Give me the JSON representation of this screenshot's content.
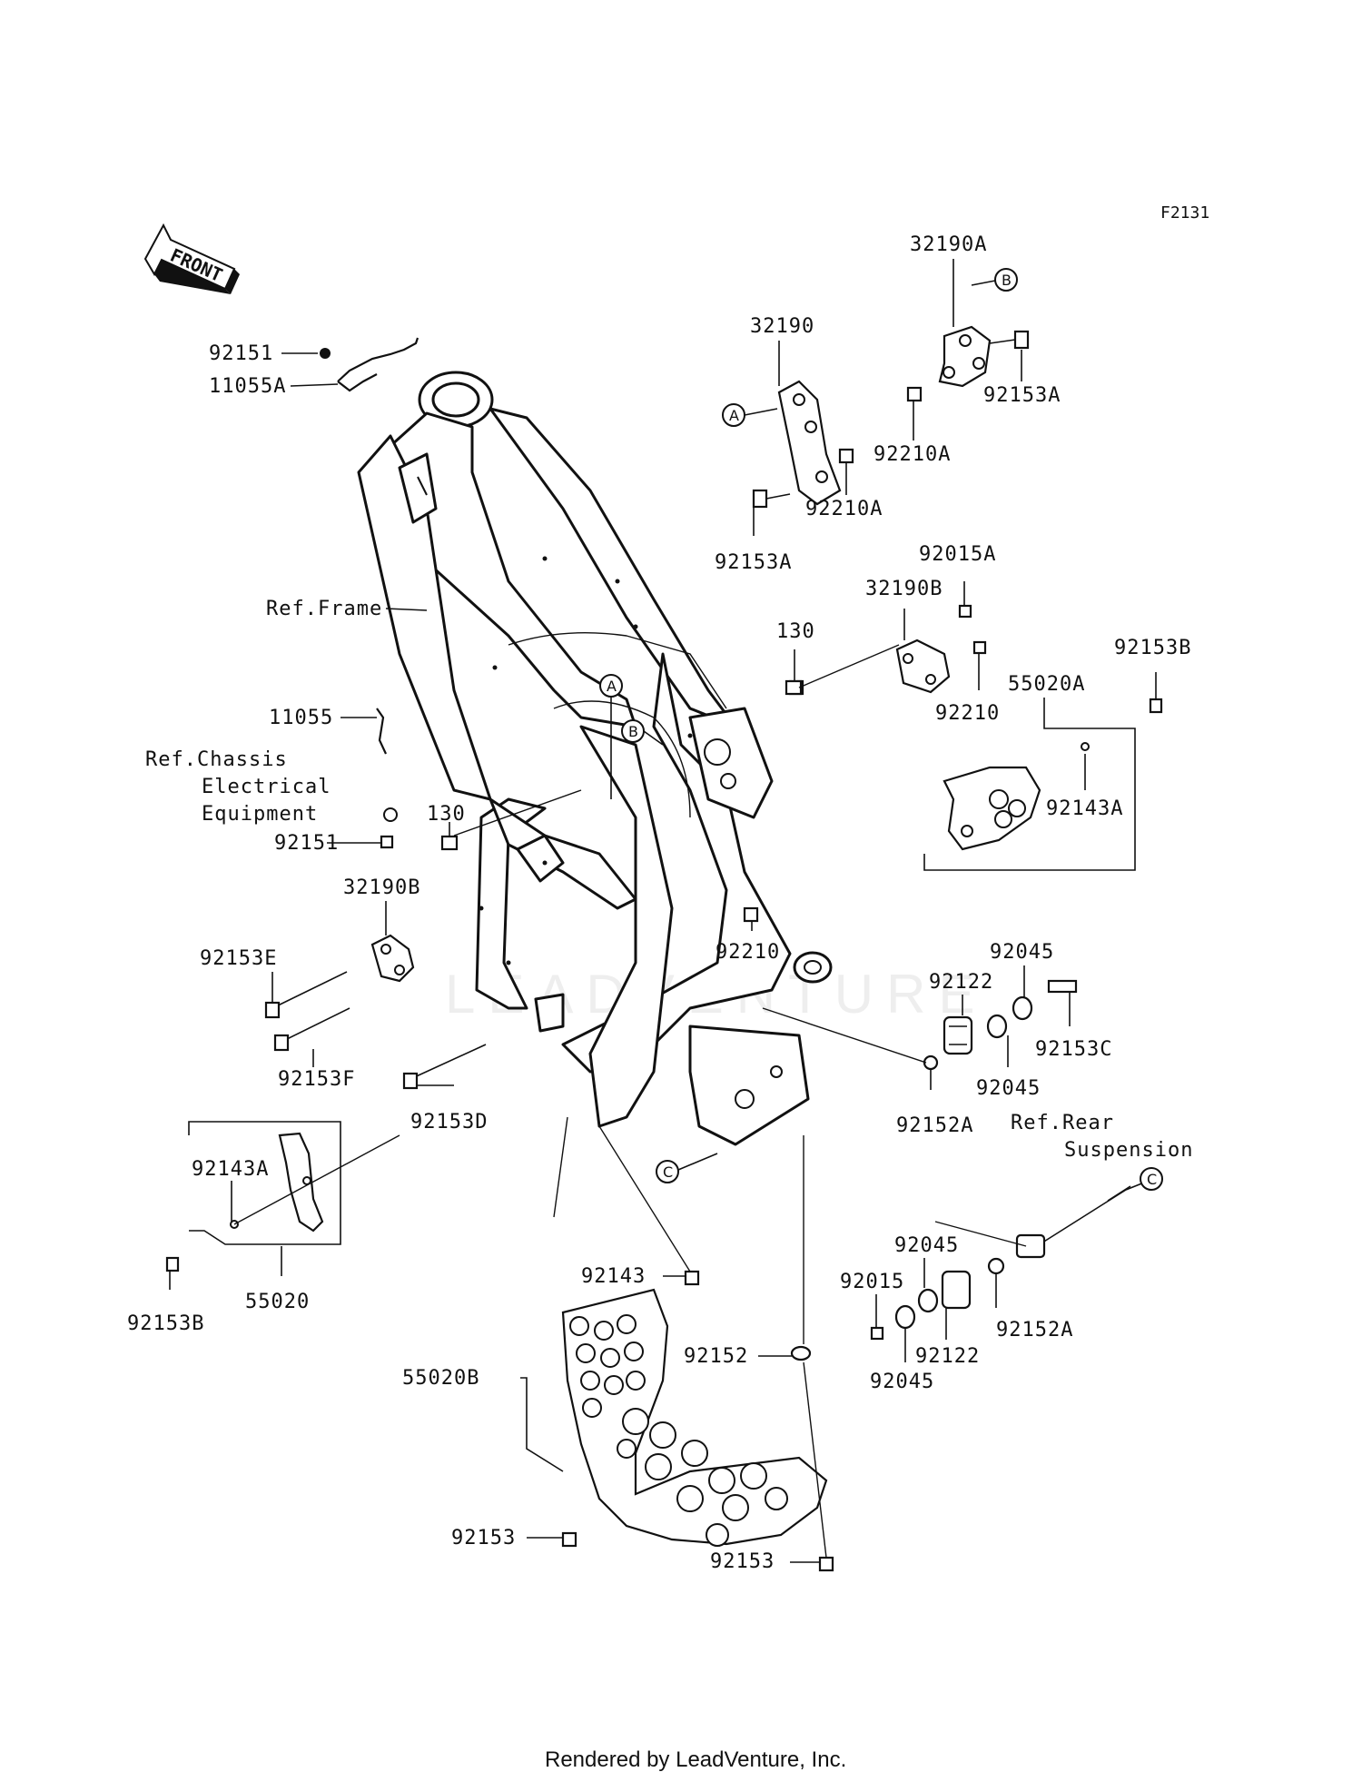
{
  "diagram_code": "F2131",
  "front_arrow_label": "FRONT",
  "watermark": "LEADVENTURE",
  "footer": "Rendered by LeadVenture, Inc.",
  "callouts": {
    "A": "A",
    "B": "B",
    "C": "C"
  },
  "labels": {
    "l_32190A": "32190A",
    "l_32190": "32190",
    "l_92153A_right": "92153A",
    "l_92210A_right": "92210A",
    "l_92210A_mid": "92210A",
    "l_92153A_mid": "92153A",
    "l_92151_top": "92151",
    "l_11055A": "11055A",
    "l_ref_frame": "Ref.Frame",
    "l_92015A": "92015A",
    "l_32190B_right": "32190B",
    "l_130_top": "130",
    "l_92153B_right": "92153B",
    "l_55020A": "55020A",
    "l_92210_top": "92210",
    "l_92143A_right": "92143A",
    "l_11055": "11055",
    "l_ref_chassis_1": "Ref.Chassis",
    "l_ref_chassis_2": "Electrical",
    "l_ref_chassis_3": "Equipment",
    "l_92151_bottom": "92151",
    "l_130_left": "130",
    "l_32190B_left": "32190B",
    "l_92210_mid": "92210",
    "l_92045_top": "92045",
    "l_92122_top": "92122",
    "l_92153E": "92153E",
    "l_92153C": "92153C",
    "l_92045_mid": "92045",
    "l_92153F": "92153F",
    "l_92152A_top": "92152A",
    "l_ref_rear_1": "Ref.Rear",
    "l_ref_rear_2": "Suspension",
    "l_92153D": "92153D",
    "l_92143A_left": "92143A",
    "l_55020": "55020",
    "l_92153B_left": "92153B",
    "l_92143": "92143",
    "l_92045_low": "92045",
    "l_92015": "92015",
    "l_92152A_low": "92152A",
    "l_92122_low": "92122",
    "l_92045_bottom": "92045",
    "l_92152": "92152",
    "l_55020B": "55020B",
    "l_92153_left": "92153",
    "l_92153_bottom": "92153"
  }
}
